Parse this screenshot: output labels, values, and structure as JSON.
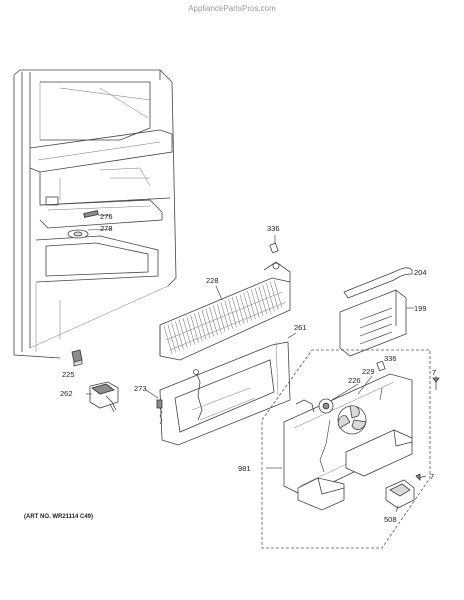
{
  "watermark": "AppliancePartsPros.com",
  "art_number": "(ART NO. WR21114 C49)",
  "callouts": [
    "276",
    "278",
    "336",
    "228",
    "204",
    "199",
    "261",
    "225",
    "262",
    "273",
    "336",
    "229",
    "226",
    "7",
    "981",
    "7",
    "508"
  ]
}
